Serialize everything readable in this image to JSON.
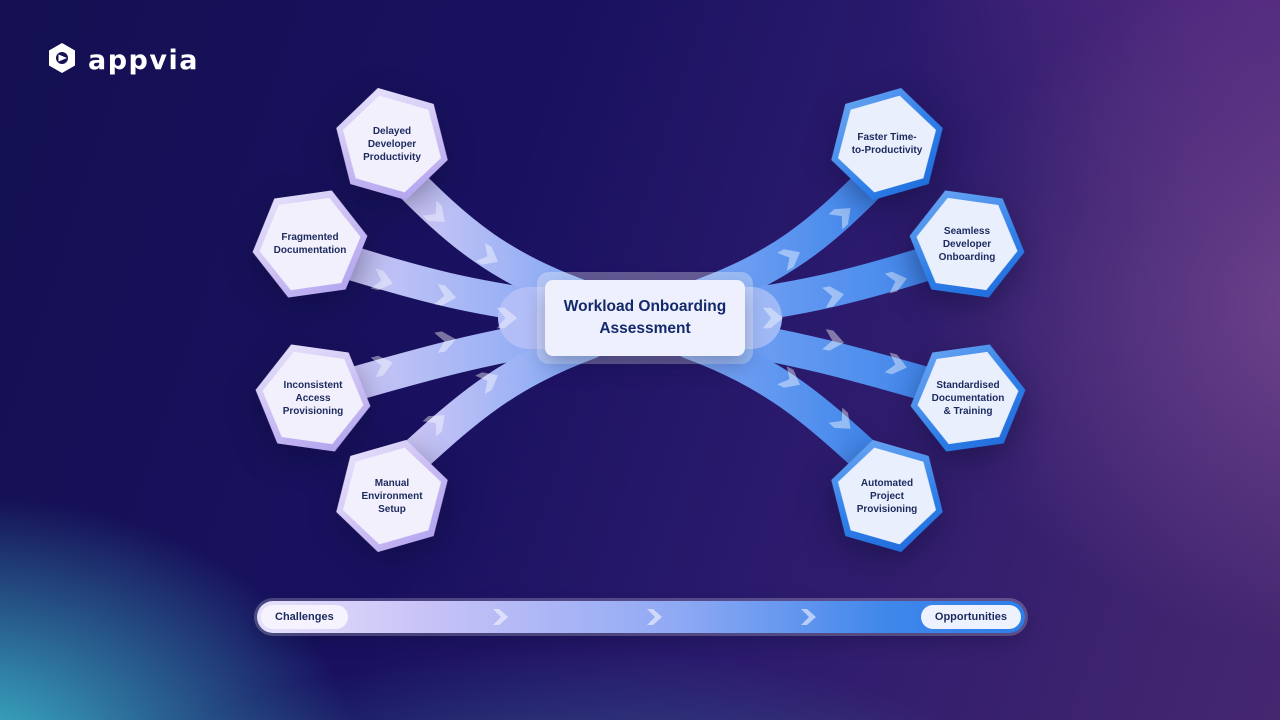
{
  "brand": {
    "name": "appvia"
  },
  "center": {
    "title": "Workload Onboarding\nAssessment"
  },
  "challenges": [
    {
      "label": "Delayed\nDeveloper\nProductivity"
    },
    {
      "label": "Fragmented\nDocumentation"
    },
    {
      "label": "Inconsistent\nAccess\nProvisioning"
    },
    {
      "label": "Manual\nEnvironment\nSetup"
    }
  ],
  "opportunities": [
    {
      "label": "Faster Time-\nto-Productivity"
    },
    {
      "label": "Seamless\nDeveloper\nOnboarding"
    },
    {
      "label": "Standardised\nDocumentation\n& Training"
    },
    {
      "label": "Automated\nProject\nProvisioning"
    }
  ],
  "legend": {
    "left": "Challenges",
    "right": "Opportunities"
  },
  "colors": {
    "challenge_accent": "#c3b5f1",
    "opportunity_accent": "#2f7fe8",
    "text_navy": "#1c2a5e",
    "background_navy": "#191160",
    "background_teal": "#40c7d6",
    "background_purple": "#452770"
  }
}
